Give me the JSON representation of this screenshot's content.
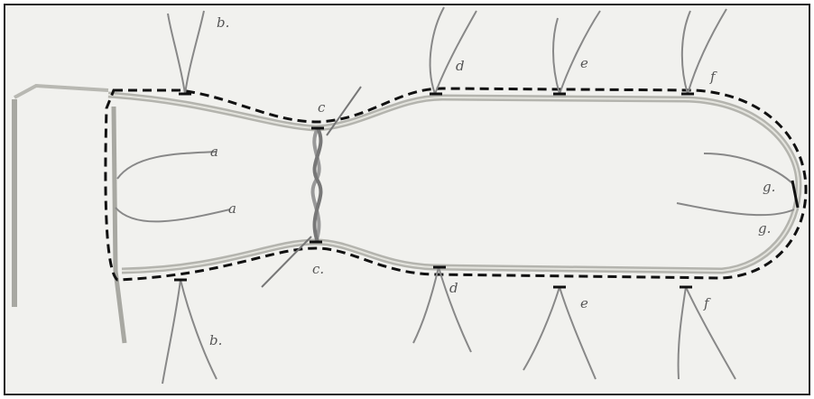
{
  "figure": {
    "background_color": "#f1f1ee",
    "border_color": "#222222",
    "line_color": "#b4b4ae",
    "stitch_color": "#111111",
    "thread_color": "#8a8a85"
  },
  "labels": {
    "a_upper": "a",
    "a_lower": "a",
    "b_upper": "b.",
    "b_lower": "b.",
    "c_upper": "c",
    "c_lower": "c.",
    "d_upper": "d",
    "d_lower": "d",
    "e_upper": "e",
    "e_lower": "e",
    "f_upper": "f",
    "f_lower": "f",
    "g_upper": "g.",
    "g_lower": "g."
  }
}
